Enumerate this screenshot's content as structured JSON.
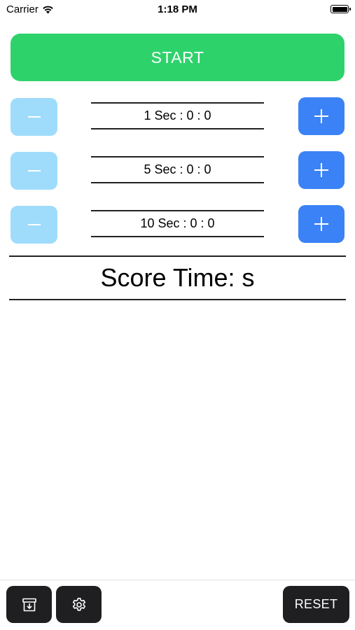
{
  "status_bar": {
    "carrier": "Carrier",
    "time": "1:18 PM",
    "icons": [
      "wifi-icon",
      "battery-icon"
    ]
  },
  "start_button": {
    "label": "START",
    "color": "#2ed26b"
  },
  "timers": [
    {
      "label": "1 Sec : 0 : 0",
      "minus_icon": "minus-icon",
      "plus_icon": "plus-icon"
    },
    {
      "label": "5 Sec : 0 : 0",
      "minus_icon": "minus-icon",
      "plus_icon": "plus-icon"
    },
    {
      "label": "10 Sec : 0 : 0",
      "minus_icon": "minus-icon",
      "plus_icon": "plus-icon"
    }
  ],
  "colors": {
    "minus_button": "#9fdcfb",
    "plus_button": "#3b82f6",
    "toolbar_button": "#1f1f21"
  },
  "score": {
    "text": "Score Time: s"
  },
  "toolbar": {
    "archive_icon": "archive-download-icon",
    "settings_icon": "gear-icon",
    "reset_label": "RESET"
  }
}
